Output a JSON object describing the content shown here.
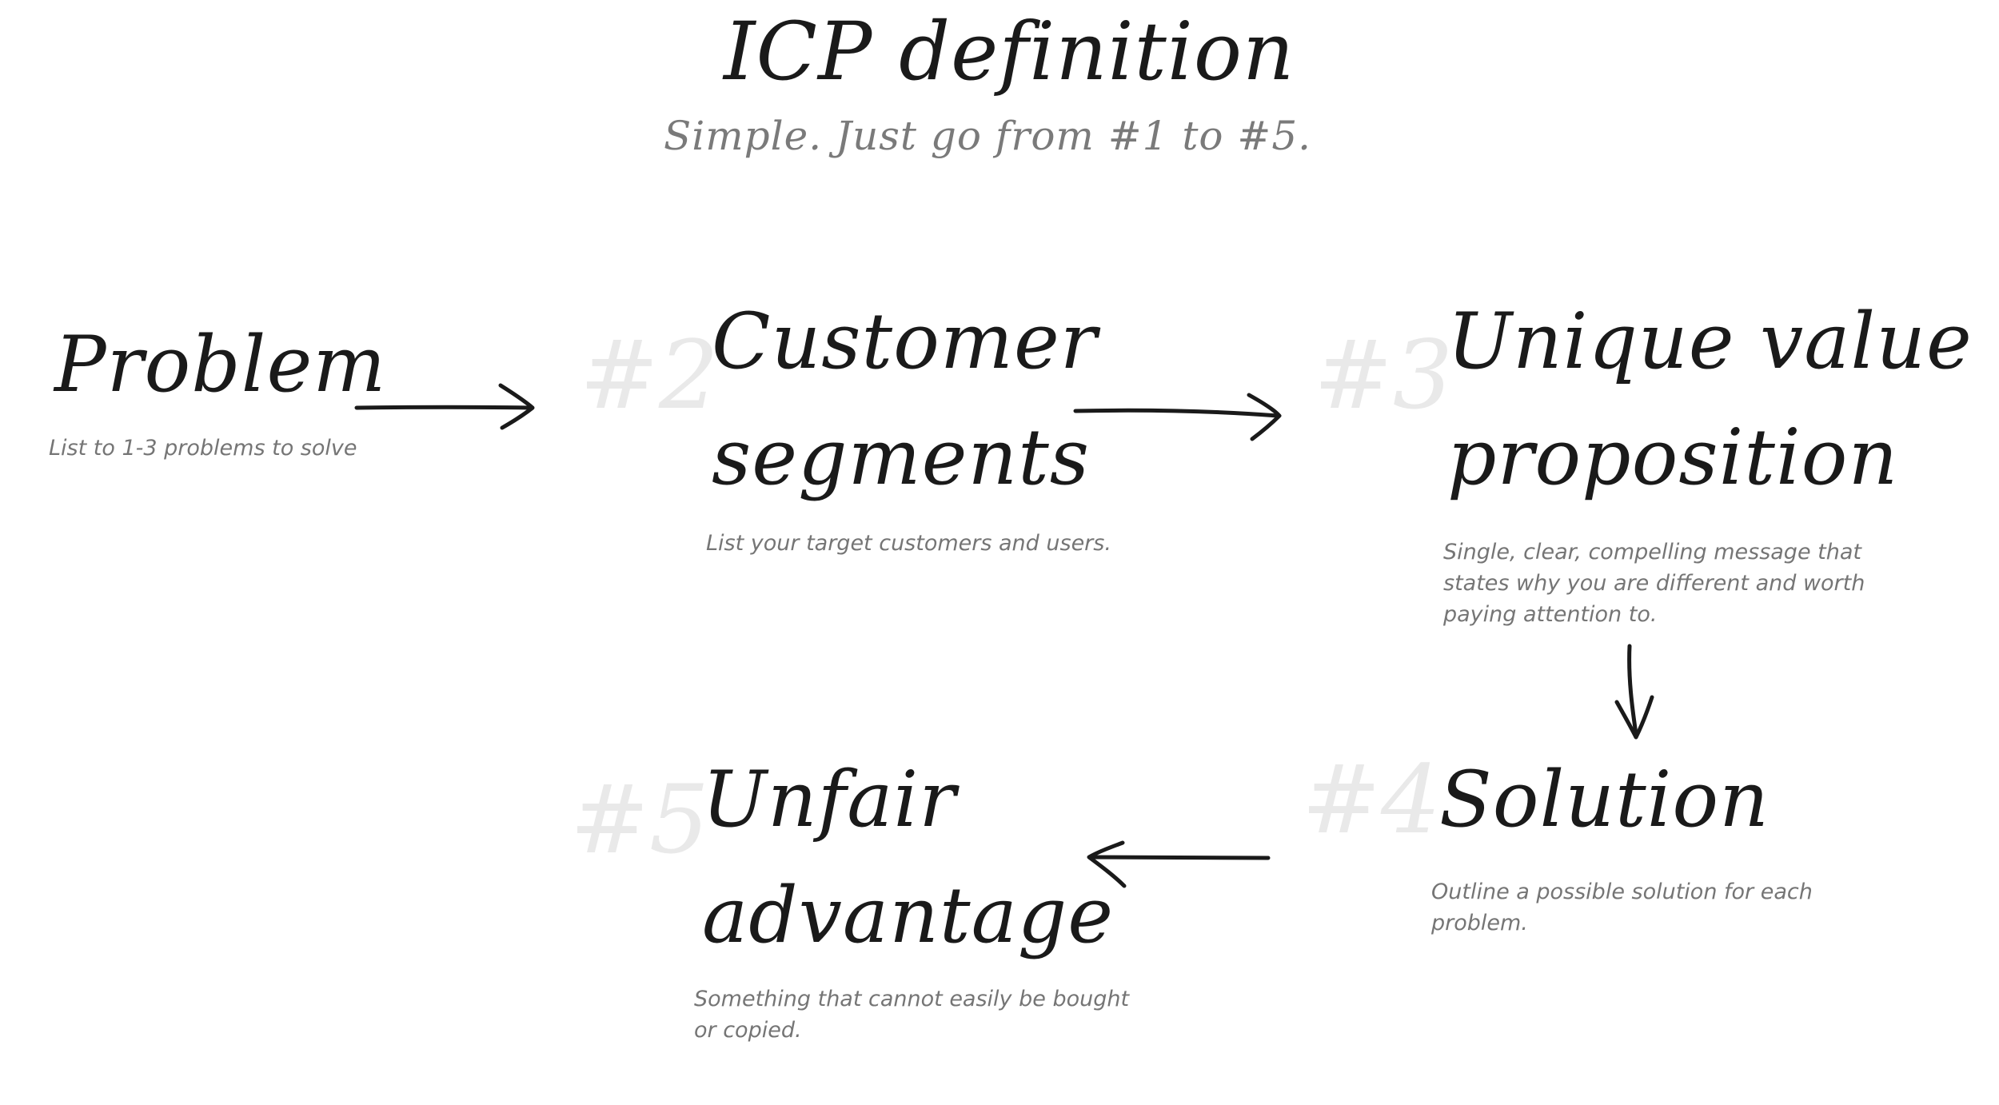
{
  "header": {
    "title": "ICP definition",
    "subtitle": "Simple. Just go from #1 to #5."
  },
  "steps": [
    {
      "number": "",
      "title_lines": [
        "Problem"
      ],
      "description": "List to 1-3 problems to solve"
    },
    {
      "number": "#2",
      "title_lines": [
        "Customer",
        "segments"
      ],
      "description": "List your target customers and users."
    },
    {
      "number": "#3",
      "title_lines": [
        "Unique value",
        "proposition"
      ],
      "description": "Single, clear, compelling message that states why  you are different and worth paying attention to."
    },
    {
      "number": "#4",
      "title_lines": [
        "Solution"
      ],
      "description": "Outline a possible solution for each problem."
    },
    {
      "number": "#5",
      "title_lines": [
        "Unfair",
        "advantage"
      ],
      "description": "Something that cannot easily be bought or copied."
    }
  ],
  "colors": {
    "ink": "#1a1a1a",
    "subtitle": "#7a7a7a",
    "description": "#757575",
    "number": "#e9e9e9"
  }
}
